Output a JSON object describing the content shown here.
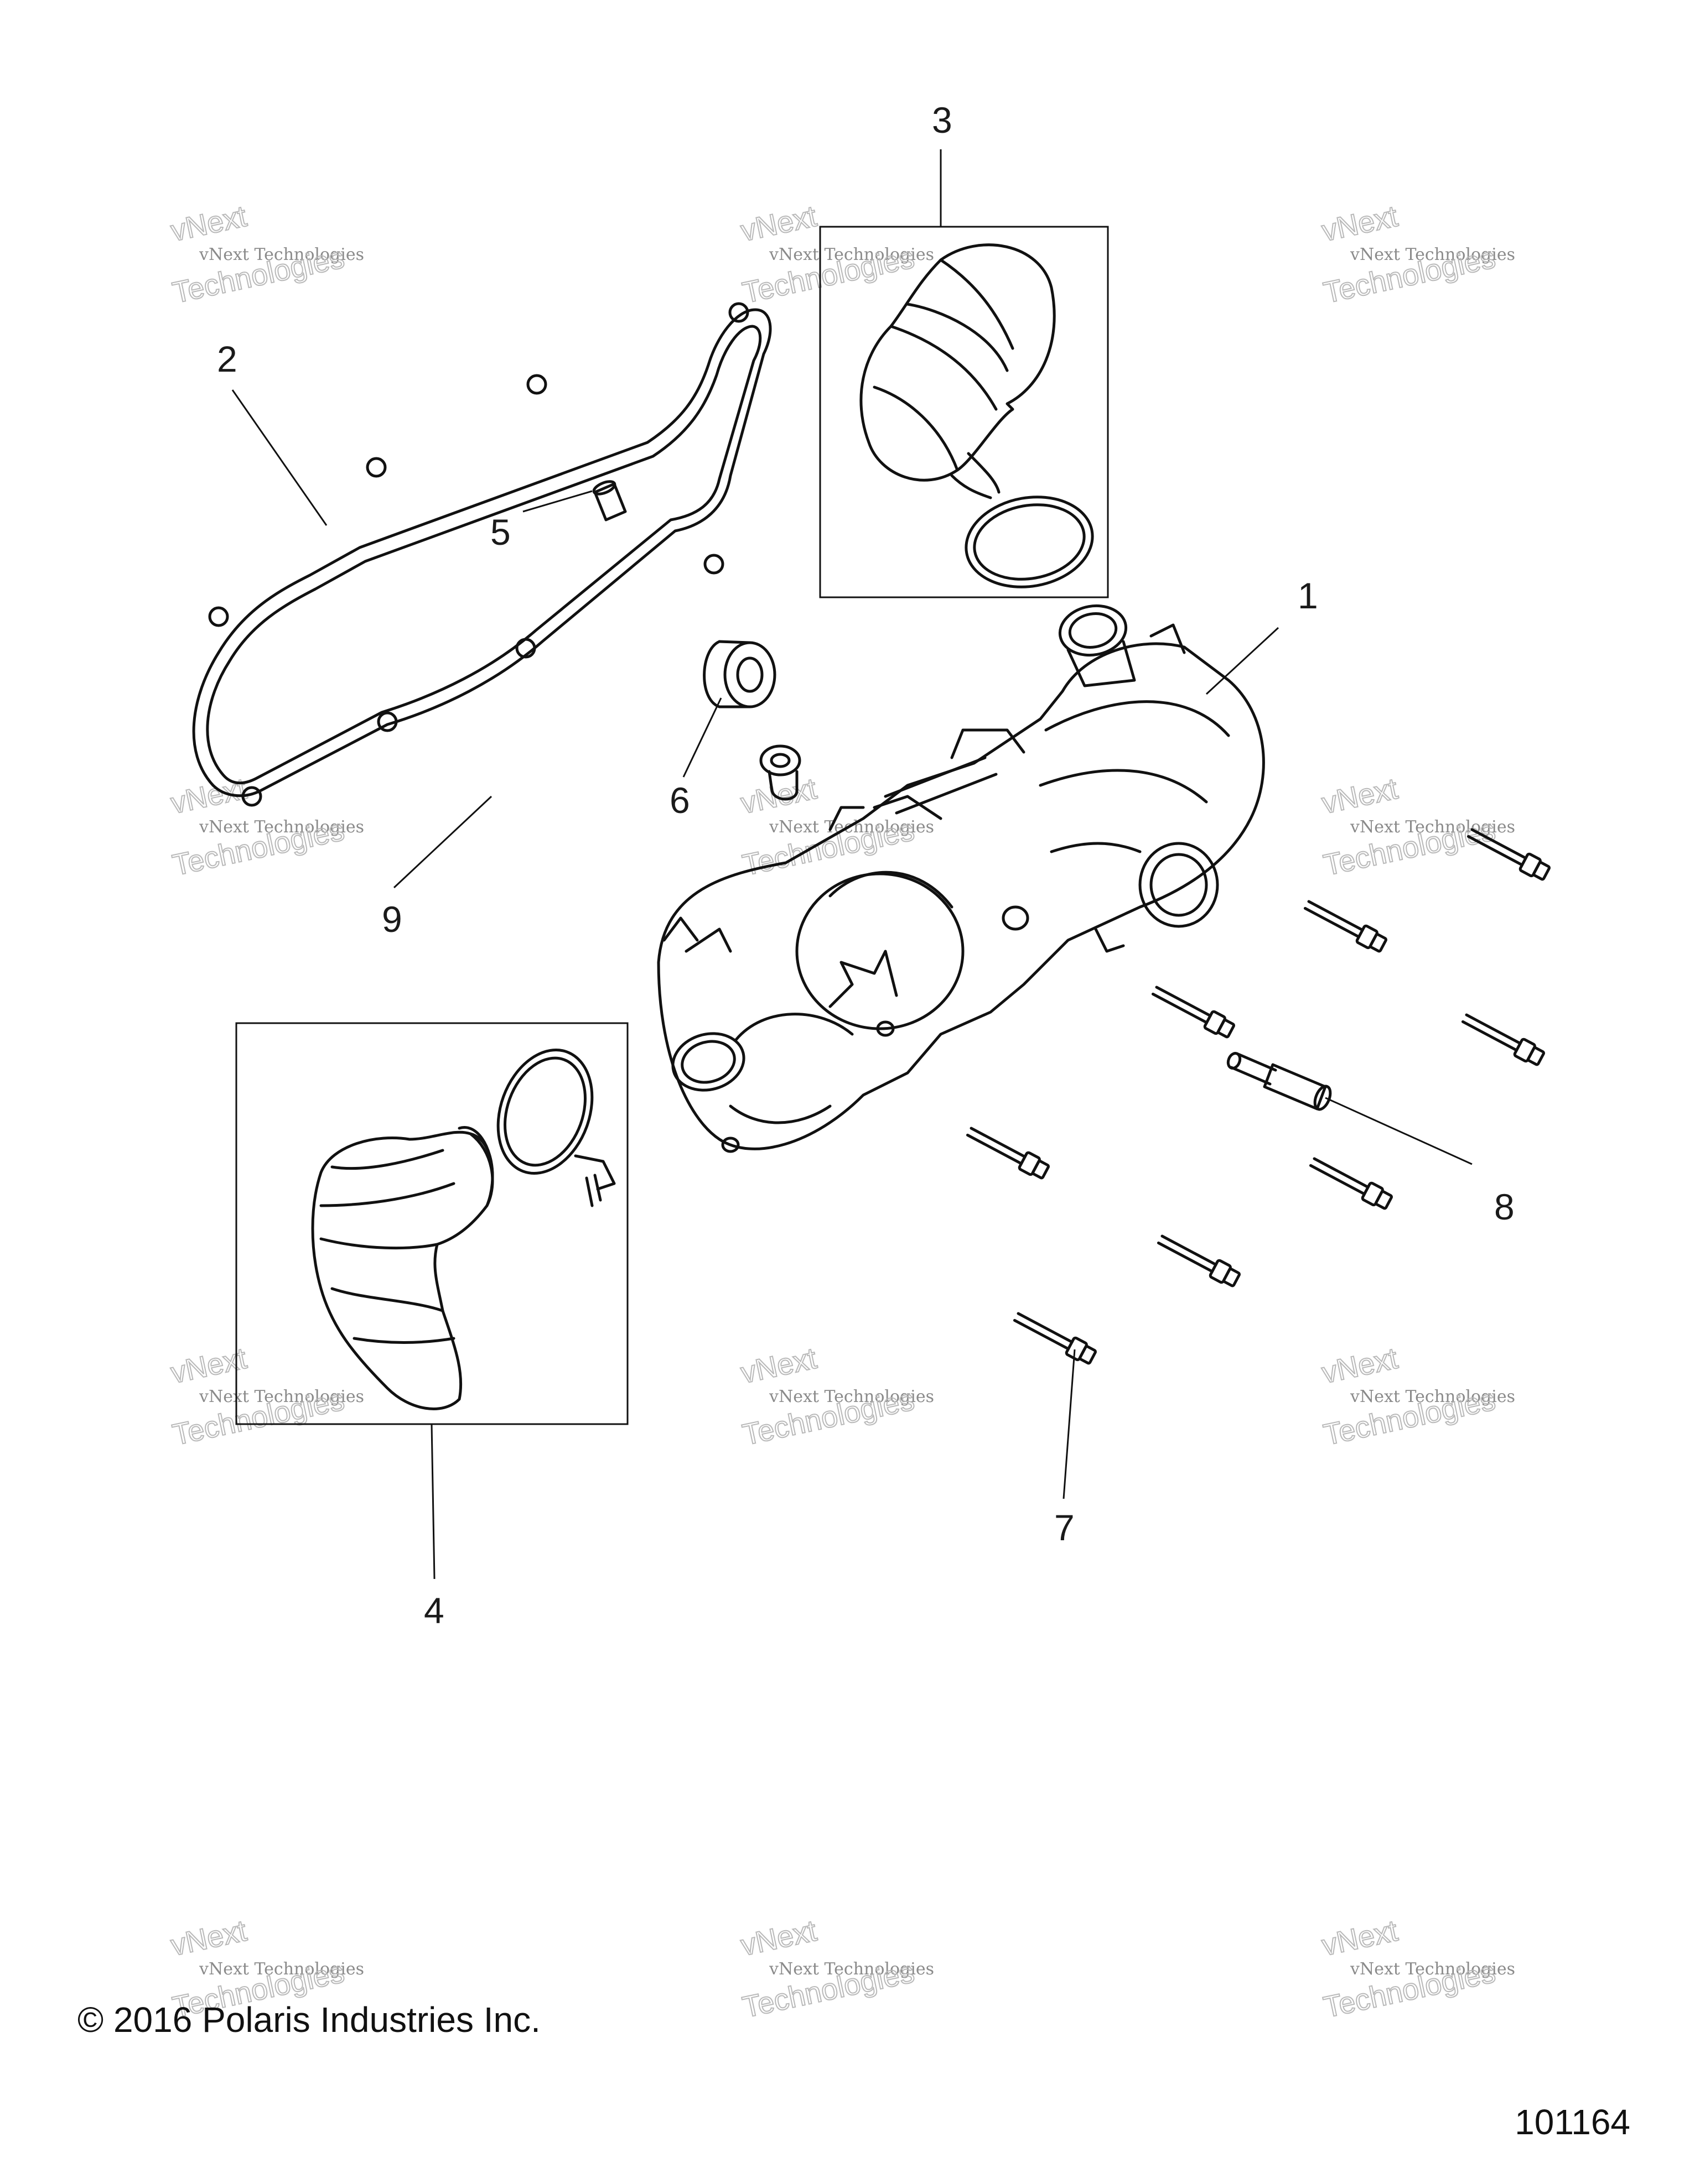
{
  "diagram": {
    "callouts": [
      "1",
      "2",
      "3",
      "4",
      "5",
      "6",
      "7",
      "8",
      "9"
    ],
    "watermark": {
      "line1": "vNext Technologies",
      "line2": "vNext",
      "line3": "Technologies"
    }
  },
  "footer": {
    "copyright": "© 2016 Polaris Industries Inc.",
    "figure_id": "101164"
  },
  "colors": {
    "line": "#111111",
    "watermark": "#b9b9b9",
    "background": "#ffffff"
  }
}
